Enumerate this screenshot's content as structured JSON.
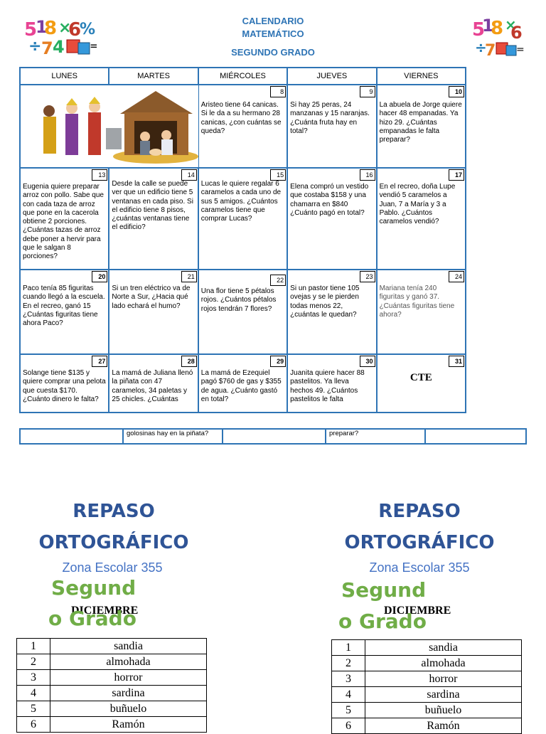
{
  "header": {
    "line1": "CALENDARIO",
    "line2": "MATEMÁTICO",
    "line3": "SEGUNDO GRADO"
  },
  "weekdays": [
    "LUNES",
    "MARTES",
    "MIÉRCOLES",
    "JUEVES",
    "VIERNES"
  ],
  "weeks": [
    [
      {
        "day": "",
        "text": "",
        "image": "nativity-scene"
      },
      {
        "day": "",
        "text": ""
      },
      {
        "day": "8",
        "text": "Aristeo tiene 64 canicas. Si le da a su hermano 28 canicas, ¿con cuántas se queda?"
      },
      {
        "day": "9",
        "text": "Si hay 25 peras, 24 manzanas y 15 naranjas. ¿Cuánta fruta hay en total?"
      },
      {
        "day": "10",
        "text": "La abuela de Jorge quiere hacer 48 empanadas. Ya hizo 29. ¿Cuántas empanadas le falta preparar?"
      }
    ],
    [
      {
        "day": "13",
        "text": "Eugenia quiere preparar arroz con pollo. Sabe que con cada taza de arroz que pone en la cacerola obtiene 2 porciones. ¿Cuántas tazas de arroz debe poner a hervir para que le salgan 8 porciones?"
      },
      {
        "day": "14",
        "text": "Desde la calle se puede ver que un edificio tiene 5 ventanas en cada piso. Si el edificio tiene 8 pisos, ¿cuántas ventanas tiene el edificio?"
      },
      {
        "day": "15",
        "text": "Lucas le quiere regalar 6 caramelos a cada uno de sus 5 amigos. ¿Cuántos caramelos tiene que comprar Lucas?"
      },
      {
        "day": "16",
        "text": "Elena compró un vestido que costaba $158 y una chamarra en $840 ¿Cuánto pagó en total?"
      },
      {
        "day": "17",
        "text": "En el recreo, doña Lupe vendió 5 caramelos a Juan, 7 a María y 3 a Pablo. ¿Cuántos caramelos vendió?"
      }
    ],
    [
      {
        "day": "20",
        "text": "Paco tenía 85 figuritas cuando llegó a la escuela. En el recreo, ganó 15 ¿Cuántas figuritas tiene ahora Paco?"
      },
      {
        "day": "21",
        "text": "Si un tren eléctrico va de Norte a Sur, ¿Hacia qué lado echará el humo?"
      },
      {
        "day": "22",
        "text": "Una flor tiene 5 pétalos rojos. ¿Cuántos pétalos rojos tendrán 7 flores?"
      },
      {
        "day": "23",
        "text": "Si un pastor tiene 105 ovejas y se le pierden todas menos 22, ¿cuántas le quedan?"
      },
      {
        "day": "24",
        "text": "Mariana tenía 240 figuritas y ganó 37. ¿Cuántas figuritas tiene ahora?"
      }
    ],
    [
      {
        "day": "27",
        "text": "Solange tiene $135 y quiere comprar una pelota que cuesta $170. ¿Cuánto dinero le falta?"
      },
      {
        "day": "28",
        "text": "La mamá de Juliana llenó la piñata con 47 caramelos, 34 paletas y 25 chicles. ¿Cuántas"
      },
      {
        "day": "29",
        "text": "La mamá de Ezequiel pagó $760 de gas y $355 de agua. ¿Cuánto gastó en total?"
      },
      {
        "day": "30",
        "text": "Juanita quiere hacer 88 pastelitos. Ya lleva hechos   49. ¿Cuántos pastelitos le falta"
      },
      {
        "day": "31",
        "text": "CTE"
      }
    ]
  ],
  "overflow_row": [
    "",
    "golosinas hay en la piñata?",
    "",
    "preparar?",
    ""
  ],
  "repaso_left": {
    "title1": "REPASO",
    "title2": "ORTOGRÁFICO",
    "zone": "Zona Escolar 355",
    "grade1": "Segund",
    "grade2": "o Grado",
    "month": "DICIEMBRE",
    "words": [
      {
        "n": "1",
        "w": "sandia"
      },
      {
        "n": "2",
        "w": "almohada"
      },
      {
        "n": "3",
        "w": "horror"
      },
      {
        "n": "4",
        "w": "sardina"
      },
      {
        "n": "5",
        "w": "buñuelo"
      },
      {
        "n": "6",
        "w": "Ramón"
      }
    ]
  },
  "repaso_right": {
    "title1": "REPASO",
    "title2": "ORTOGRÁFICO",
    "zone": "Zona Escolar 355",
    "grade1": "Segund",
    "grade2": "o Grado",
    "month": "DICIEMBRE",
    "words": [
      {
        "n": "1",
        "w": "sandia"
      },
      {
        "n": "2",
        "w": "almohada"
      },
      {
        "n": "3",
        "w": "horror"
      },
      {
        "n": "4",
        "w": "sardina"
      },
      {
        "n": "5",
        "w": "buñuelo"
      },
      {
        "n": "6",
        "w": "Ramón"
      }
    ]
  },
  "colors": {
    "header_blue": "#2e74b5",
    "title_navy": "#2f5496",
    "zone_blue": "#4472c4",
    "grade_green": "#70ad47"
  }
}
